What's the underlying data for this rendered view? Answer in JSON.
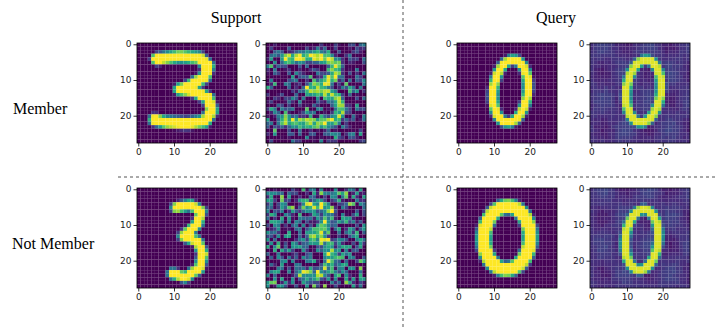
{
  "diagram": {
    "labels": [
      "Support",
      "Query",
      "Member",
      "Not Member",
      "0",
      "10",
      "20",
      "0",
      "10",
      "20",
      "0",
      "10",
      "20",
      "0",
      "10",
      "20",
      "0",
      "10",
      "20",
      "0",
      "10",
      "20",
      "0",
      "10",
      "20",
      "0",
      "10",
      "20",
      "0",
      "10",
      "20",
      "0",
      "10",
      "20",
      "0",
      "10",
      "20",
      "0",
      "10",
      "20",
      "0",
      "10",
      "20",
      "0",
      "10",
      "20",
      "0",
      "10",
      "20",
      "0",
      "10",
      "20"
    ]
  }
}
